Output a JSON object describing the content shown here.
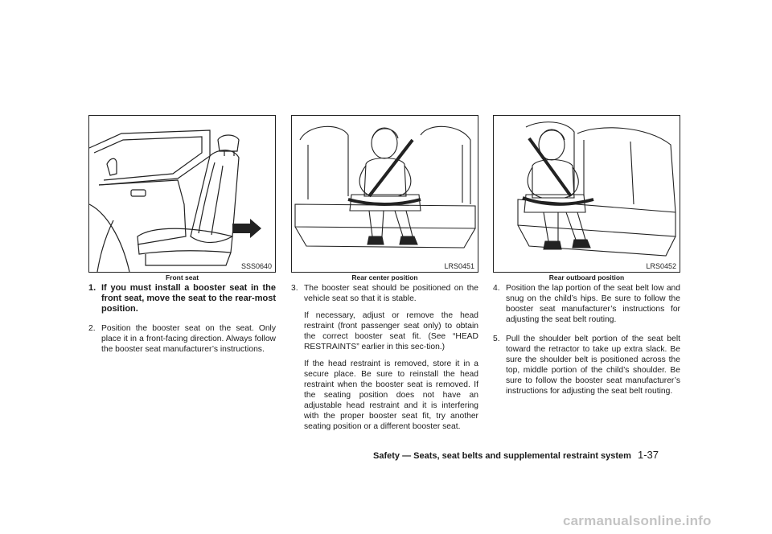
{
  "col1": {
    "figure_code": "SSS0640",
    "caption": "Front seat",
    "items": [
      {
        "num": "1.",
        "text": "If you must install a booster seat in the front seat, move the seat to the rear-most position."
      },
      {
        "num": "2.",
        "text": "Position the booster seat on the seat. Only place it in a front-facing direction. Always follow the booster seat manufacturer’s instructions."
      }
    ]
  },
  "col2": {
    "figure_code": "LRS0451",
    "caption": "Rear center position",
    "items": [
      {
        "num": "3.",
        "text": "The booster seat should be positioned on the vehicle seat so that it is stable."
      }
    ],
    "paragraphs": [
      "If necessary, adjust or remove the head restraint (front passenger seat only) to obtain the correct booster seat fit. (See “HEAD RESTRAINTS” earlier in this sec-tion.)",
      "If the head restraint is removed, store it in a secure place. Be sure to reinstall the head restraint when the booster seat is removed. If the seating position does not have an adjustable head restraint and it is interfering with the proper booster seat fit, try another seating position or a different booster seat."
    ]
  },
  "col3": {
    "figure_code": "LRS0452",
    "caption": "Rear outboard position",
    "items": [
      {
        "num": "4.",
        "text": "Position the lap portion of the seat belt low and snug on the child’s hips. Be sure to follow the booster seat manufacturer’s instructions for adjusting the seat belt routing."
      },
      {
        "num": "5.",
        "text": "Pull the shoulder belt portion of the seat belt toward the retractor to take up extra slack. Be sure the shoulder belt is positioned across the top, middle portion of the child’s shoulder. Be sure to follow the booster seat manufacturer’s instructions for adjusting the seat belt routing."
      }
    ]
  },
  "footer": {
    "section": "Safety — Seats, seat belts and supplemental restraint system",
    "page": "1-37"
  },
  "watermark": "carmanualsonline.info"
}
